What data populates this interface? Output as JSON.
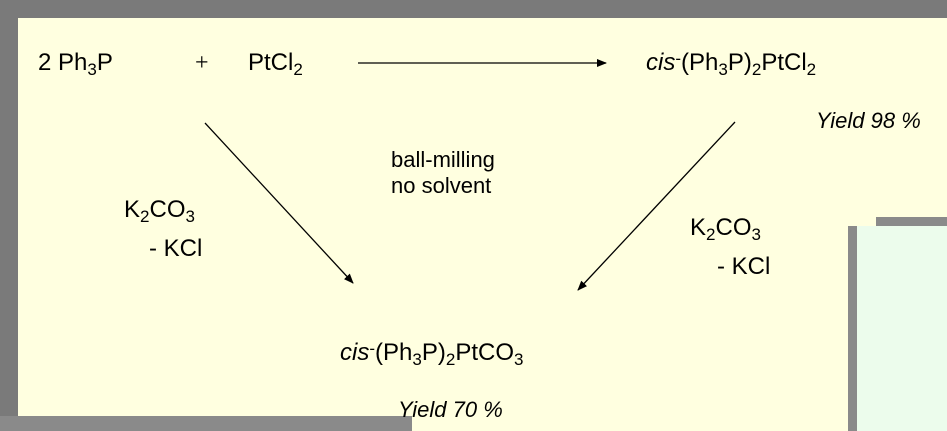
{
  "reactant_1": {
    "coef": "2 Ph",
    "sub1": "3",
    "tail": "P"
  },
  "plus": "+",
  "reactant_2": {
    "main": "PtCl",
    "sub1": "2"
  },
  "product_top": {
    "cis": "cis",
    "dash": "-",
    "p1": "(Ph",
    "s1": "3",
    "p2": "P)",
    "s2": "2",
    "p3": "PtCl",
    "s3": "2"
  },
  "yield_top": "Yield 98 %",
  "conditions": {
    "line1": "ball-milling",
    "line2": "no solvent"
  },
  "left_reagent": {
    "k": "K",
    "s1": "2",
    "co": "CO",
    "s2": "3",
    "byproduct": "- KCl"
  },
  "right_reagent": {
    "k": "K",
    "s1": "2",
    "co": "CO",
    "s2": "3",
    "byproduct": "- KCl"
  },
  "product_bottom": {
    "cis": "cis",
    "dash": "-",
    "p1": "(Ph",
    "s1": "3",
    "p2": "P)",
    "s2": "2",
    "p3": "PtCO",
    "s3": "3"
  },
  "yield_bottom": "Yield 70 %",
  "colors": {
    "canvas": "#ffffe0",
    "frame": "#7a7a7a",
    "inset": "#ecfcec"
  }
}
